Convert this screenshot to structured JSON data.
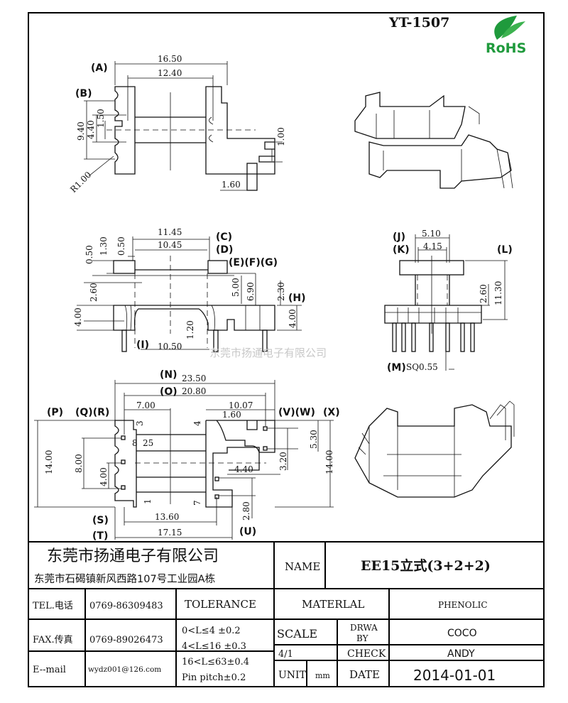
{
  "header": {
    "model": "YT-1507",
    "rohs_logo_text": "RoHS"
  },
  "watermark": "东莞市扬通电子有限公司",
  "top_view": {
    "labels": [
      "(A)",
      "(B)"
    ],
    "dims": [
      "16.50",
      "12.40",
      "9.40",
      "4.40",
      "1.50",
      "1.00",
      "1.60",
      "R1.00"
    ]
  },
  "front_view": {
    "labels": [
      "(C)",
      "(D)",
      "(E)(F)(G)",
      "(H)",
      "(I)"
    ],
    "dims": [
      "11.45",
      "10.45",
      "0.50",
      "1.30",
      "0.50",
      "2.60",
      "4.00",
      "1.20",
      "10.50",
      "5.00",
      "6.90",
      "2.30",
      "4.00"
    ]
  },
  "side_view": {
    "labels": [
      "(J)",
      "(K)",
      "(L)",
      "(M)"
    ],
    "dims": [
      "5.10",
      "4.15",
      "2.60",
      "11.30",
      "SQ0.55"
    ]
  },
  "bottom_view": {
    "labels": [
      "(N)",
      "(O)",
      "(P)",
      "(Q)(R)",
      "(V)(W)",
      "(X)",
      "(S)",
      "(T)",
      "(U)"
    ],
    "dims": [
      "23.50",
      "20.80",
      "7.00",
      "10.07",
      "1.60",
      "14.00",
      "8.00",
      "4.00",
      "5.30",
      "3.20",
      "14.00",
      "4.40",
      "2.80",
      "13.60",
      "17.15",
      "8",
      "25"
    ],
    "pin_numbers": [
      "3",
      "4",
      "1",
      "7"
    ]
  },
  "title_block": {
    "company": "东莞市扬通电子有限公司",
    "address": "东莞市石碣镇新风西路107号工业园A栋",
    "name_label": "NAME",
    "name_value": "EE15立式(3+2+2)",
    "tel_label": "TEL.电话",
    "tel_value": "0769-86309483",
    "fax_label": "FAX.传真",
    "fax_value": "0769-89026473",
    "email_label": "E--mail",
    "email_value": "wydz001@126.com",
    "tolerance_label": "TOLERANCE",
    "tolerances": [
      "0<L≤4   ±0.2",
      "4<L≤16  ±0.3",
      "16<L≤63±0.4",
      "Pin pitch±0.2"
    ],
    "material_label": "MATERLAL",
    "material_value": "PHENOLIC",
    "scale_label": "SCALE",
    "scale_value": "4/1",
    "drawn_label_1": "DRWA",
    "drawn_label_2": "BY",
    "drawn_value": "COCO",
    "check_label": "CHECK",
    "check_value": "ANDY",
    "unit_label": "UNIT",
    "unit_value": "mm",
    "date_label": "DATE",
    "date_value": "2014-01-01"
  }
}
